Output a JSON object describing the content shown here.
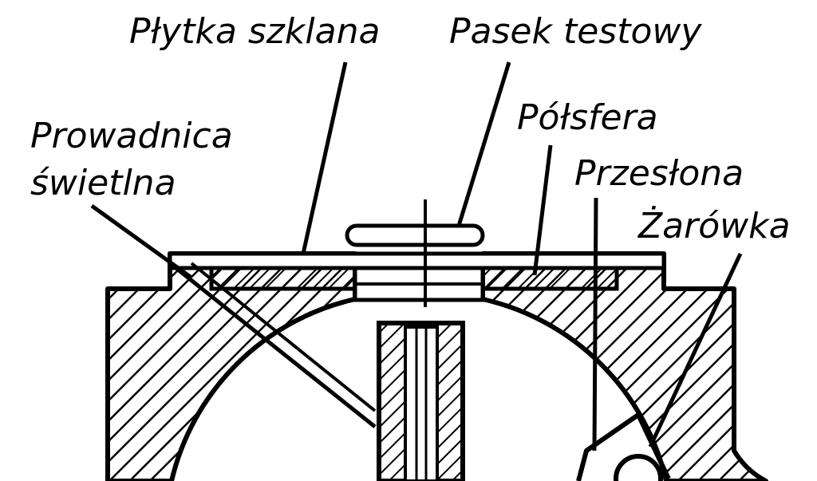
{
  "labels": {
    "glass_plate": "Płytka szklana",
    "test_strip": "Pasek testowy",
    "light_guide_line1": "Prowadnica",
    "light_guide_line2": "świetlna",
    "hemisphere": "Półsfera",
    "aperture": "Przesłona",
    "bulb": "Żarówka"
  },
  "colors": {
    "ink": "#000000",
    "paper": "#ffffff"
  }
}
